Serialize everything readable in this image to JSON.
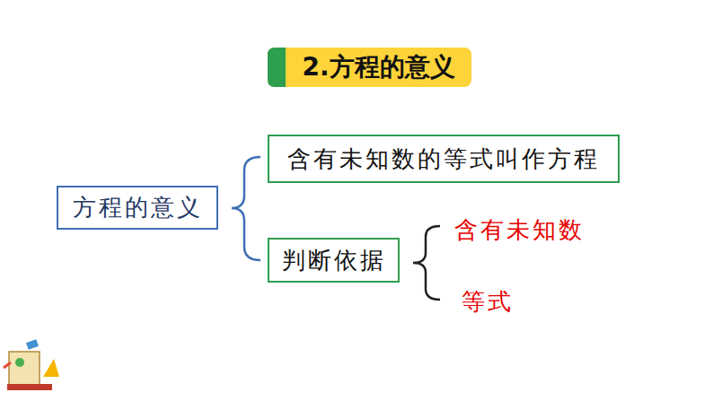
{
  "diagram": {
    "title": "2.方程的意义",
    "nodes": [
      {
        "text": [
          "方程的意义"
        ]
      },
      {
        "text": [
          "含有未知数的等式叫作方程"
        ]
      },
      {
        "text": [
          "判断依据"
        ]
      }
    ],
    "labels": [
      "含有未知数",
      "等式"
    ]
  }
}
